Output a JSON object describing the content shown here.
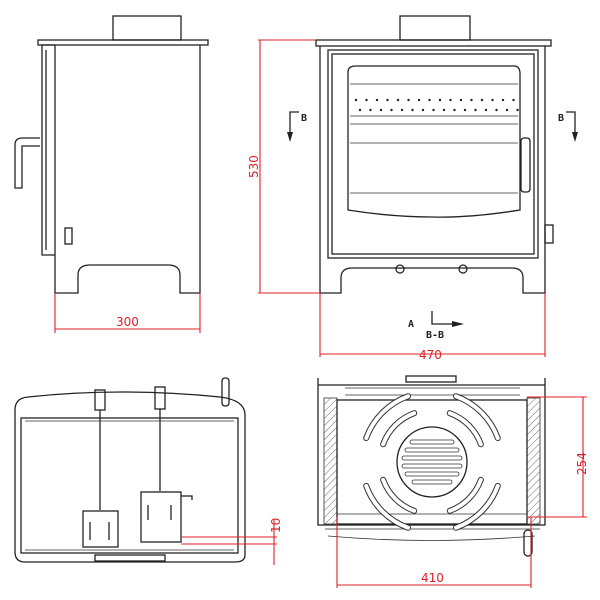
{
  "dimensions": {
    "side_depth": "300",
    "front_height": "530",
    "front_width": "470",
    "plan_offset": "10",
    "section_depth": "254",
    "section_width": "410"
  },
  "section_markers": {
    "left": "B",
    "right": "B",
    "view_label": "A",
    "section_label": "B-B"
  },
  "colors": {
    "dimension": "#e0202a",
    "line": "#222222"
  }
}
